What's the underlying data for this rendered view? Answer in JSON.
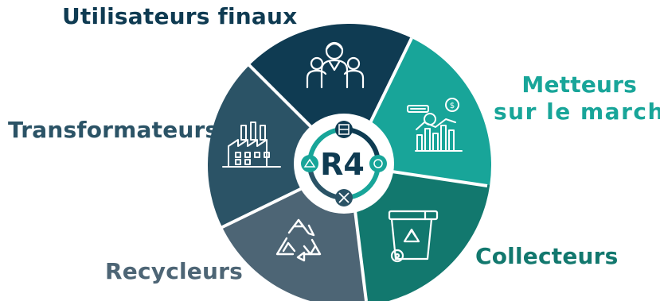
{
  "center": {
    "logo_text": "R4"
  },
  "segments": [
    {
      "key": "users",
      "label": "Utilisateurs finaux",
      "color": "#0f3b52",
      "icon": "people-group-icon"
    },
    {
      "key": "metteurs",
      "label_line1": "Metteurs",
      "label_line2": "sur le marché",
      "color": "#18a599",
      "icon": "market-chart-icon"
    },
    {
      "key": "collecteurs",
      "label": "Collecteurs",
      "color": "#12786e",
      "icon": "recycling-bin-icon"
    },
    {
      "key": "recycleurs",
      "label": "Recycleurs",
      "color": "#4d6575",
      "icon": "recycle-arrows-icon"
    },
    {
      "key": "transformateurs",
      "label": "Transformateurs",
      "color": "#2b5366",
      "icon": "factory-icon"
    }
  ],
  "colors": {
    "users_text": "#0f3b52",
    "transf_text": "#2b5366",
    "recyc_text": "#4d6575",
    "collect_text": "#12786e",
    "metteurs_text": "#18a599",
    "ring": "#18a599",
    "ring_dark": "#0f3b52"
  }
}
